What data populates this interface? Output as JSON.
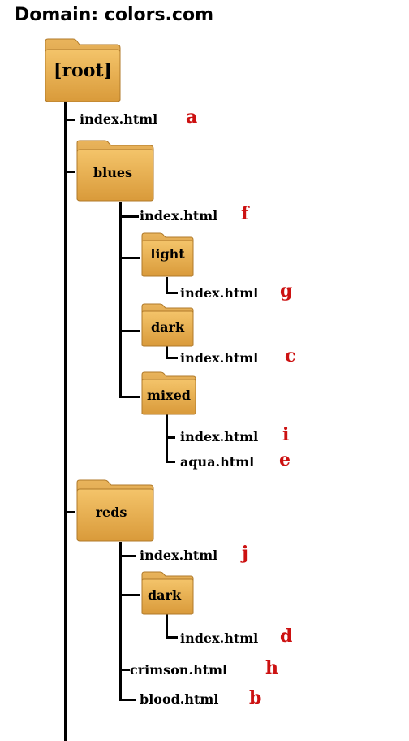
{
  "domain_label": "Domain: colors.com",
  "folders": {
    "root": "[root]",
    "blues": "blues",
    "light": "light",
    "blues_dark": "dark",
    "mixed": "mixed",
    "reds": "reds",
    "reds_dark": "dark"
  },
  "files": {
    "root_index": {
      "name": "index.html",
      "letter": "a"
    },
    "blues_index": {
      "name": "index.html",
      "letter": "f"
    },
    "light_index": {
      "name": "index.html",
      "letter": "g"
    },
    "blues_dark_index": {
      "name": "index.html",
      "letter": "c"
    },
    "mixed_index": {
      "name": "index.html",
      "letter": "i"
    },
    "mixed_aqua": {
      "name": "aqua.html",
      "letter": "e"
    },
    "reds_index": {
      "name": "index.html",
      "letter": "j"
    },
    "reds_dark_index": {
      "name": "index.html",
      "letter": "d"
    },
    "reds_crimson": {
      "name": "crimson.html",
      "letter": "h"
    },
    "reds_blood": {
      "name": "blood.html",
      "letter": "b"
    }
  },
  "colors": {
    "folder_fill": "#e8ab45",
    "folder_tab": "#dca04a",
    "letter": "#cc1111",
    "line": "#000000"
  }
}
